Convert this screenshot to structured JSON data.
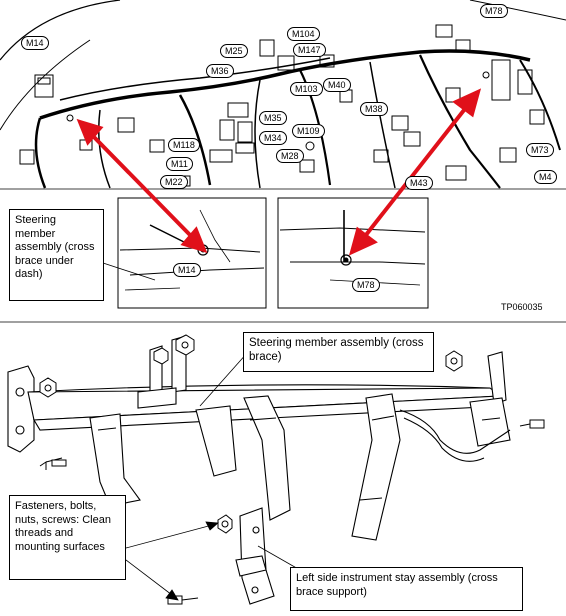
{
  "connectors": {
    "m14_top": "M14",
    "m78_top": "M78",
    "m104": "M104",
    "m147": "M147",
    "m25": "M25",
    "m36": "M36",
    "m103": "M103",
    "m40": "M40",
    "m38": "M38",
    "m35": "M35",
    "m34": "M34",
    "m109": "M109",
    "m118": "M118",
    "m11": "M11",
    "m28": "M28",
    "m22": "M22",
    "m43": "M43",
    "m73": "M73",
    "m4": "M4",
    "m14_detail": "M14",
    "m78_detail": "M78"
  },
  "figure_code": "TP060035",
  "callouts": {
    "steering_member_dash": "Steering member assembly (cross brace under dash)",
    "steering_member_brace": "Steering member assembly (cross brace)",
    "fasteners": "Fasteners, bolts, nuts, screws: Clean threads and mounting surfaces",
    "left_stay": "Left side instrument stay assembly (cross brace support)"
  },
  "colors": {
    "arrow": "#e0101a",
    "line": "#000000"
  }
}
